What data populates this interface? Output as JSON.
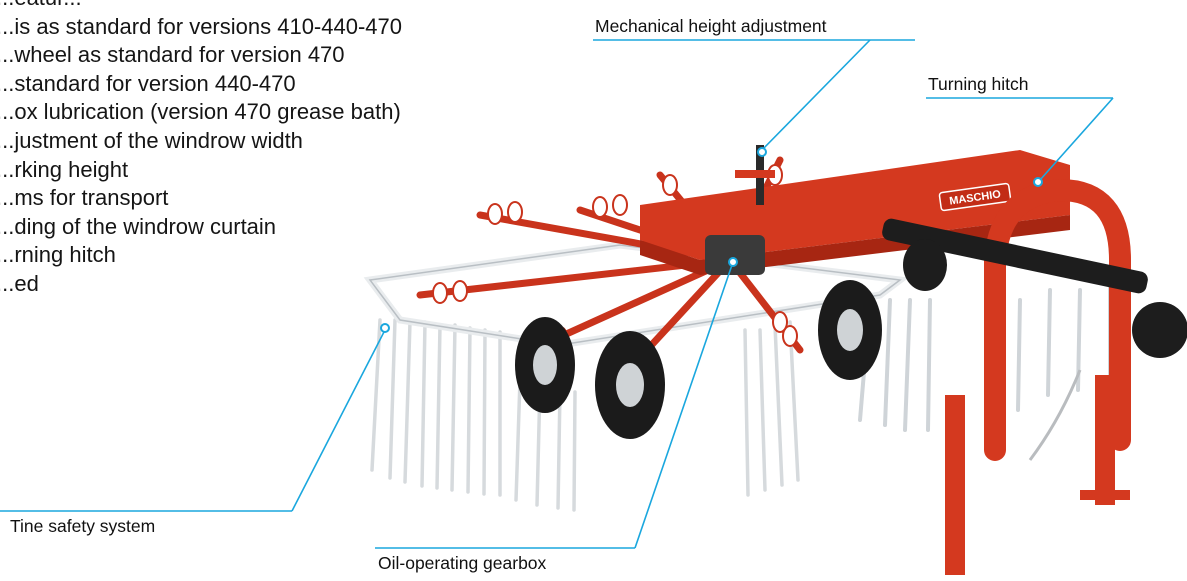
{
  "feature_list": [
    "...eatur...",
    "...is as standard for versions 410-440-470",
    "...wheel as standard for version 470",
    "...standard for version 440-470",
    "...ox lubrication (version 470 grease bath)",
    "...justment of the windrow width",
    "...rking height",
    "...ms for transport",
    "...ding of the windrow curtain",
    "...rning hitch",
    "...ed"
  ],
  "callouts": {
    "mechanical_height": "Mechanical height adjustment",
    "turning_hitch": "Turning hitch",
    "tine_safety": "Tine safety system",
    "oil_gearbox": "Oil-operating gearbox"
  },
  "brand": "MASCHIO",
  "colors": {
    "frame": "#d4391f",
    "frame_dark": "#a72612",
    "callout_line": "#1aa7de",
    "tines": "#d9dde0",
    "tire": "#1b1b1b"
  }
}
